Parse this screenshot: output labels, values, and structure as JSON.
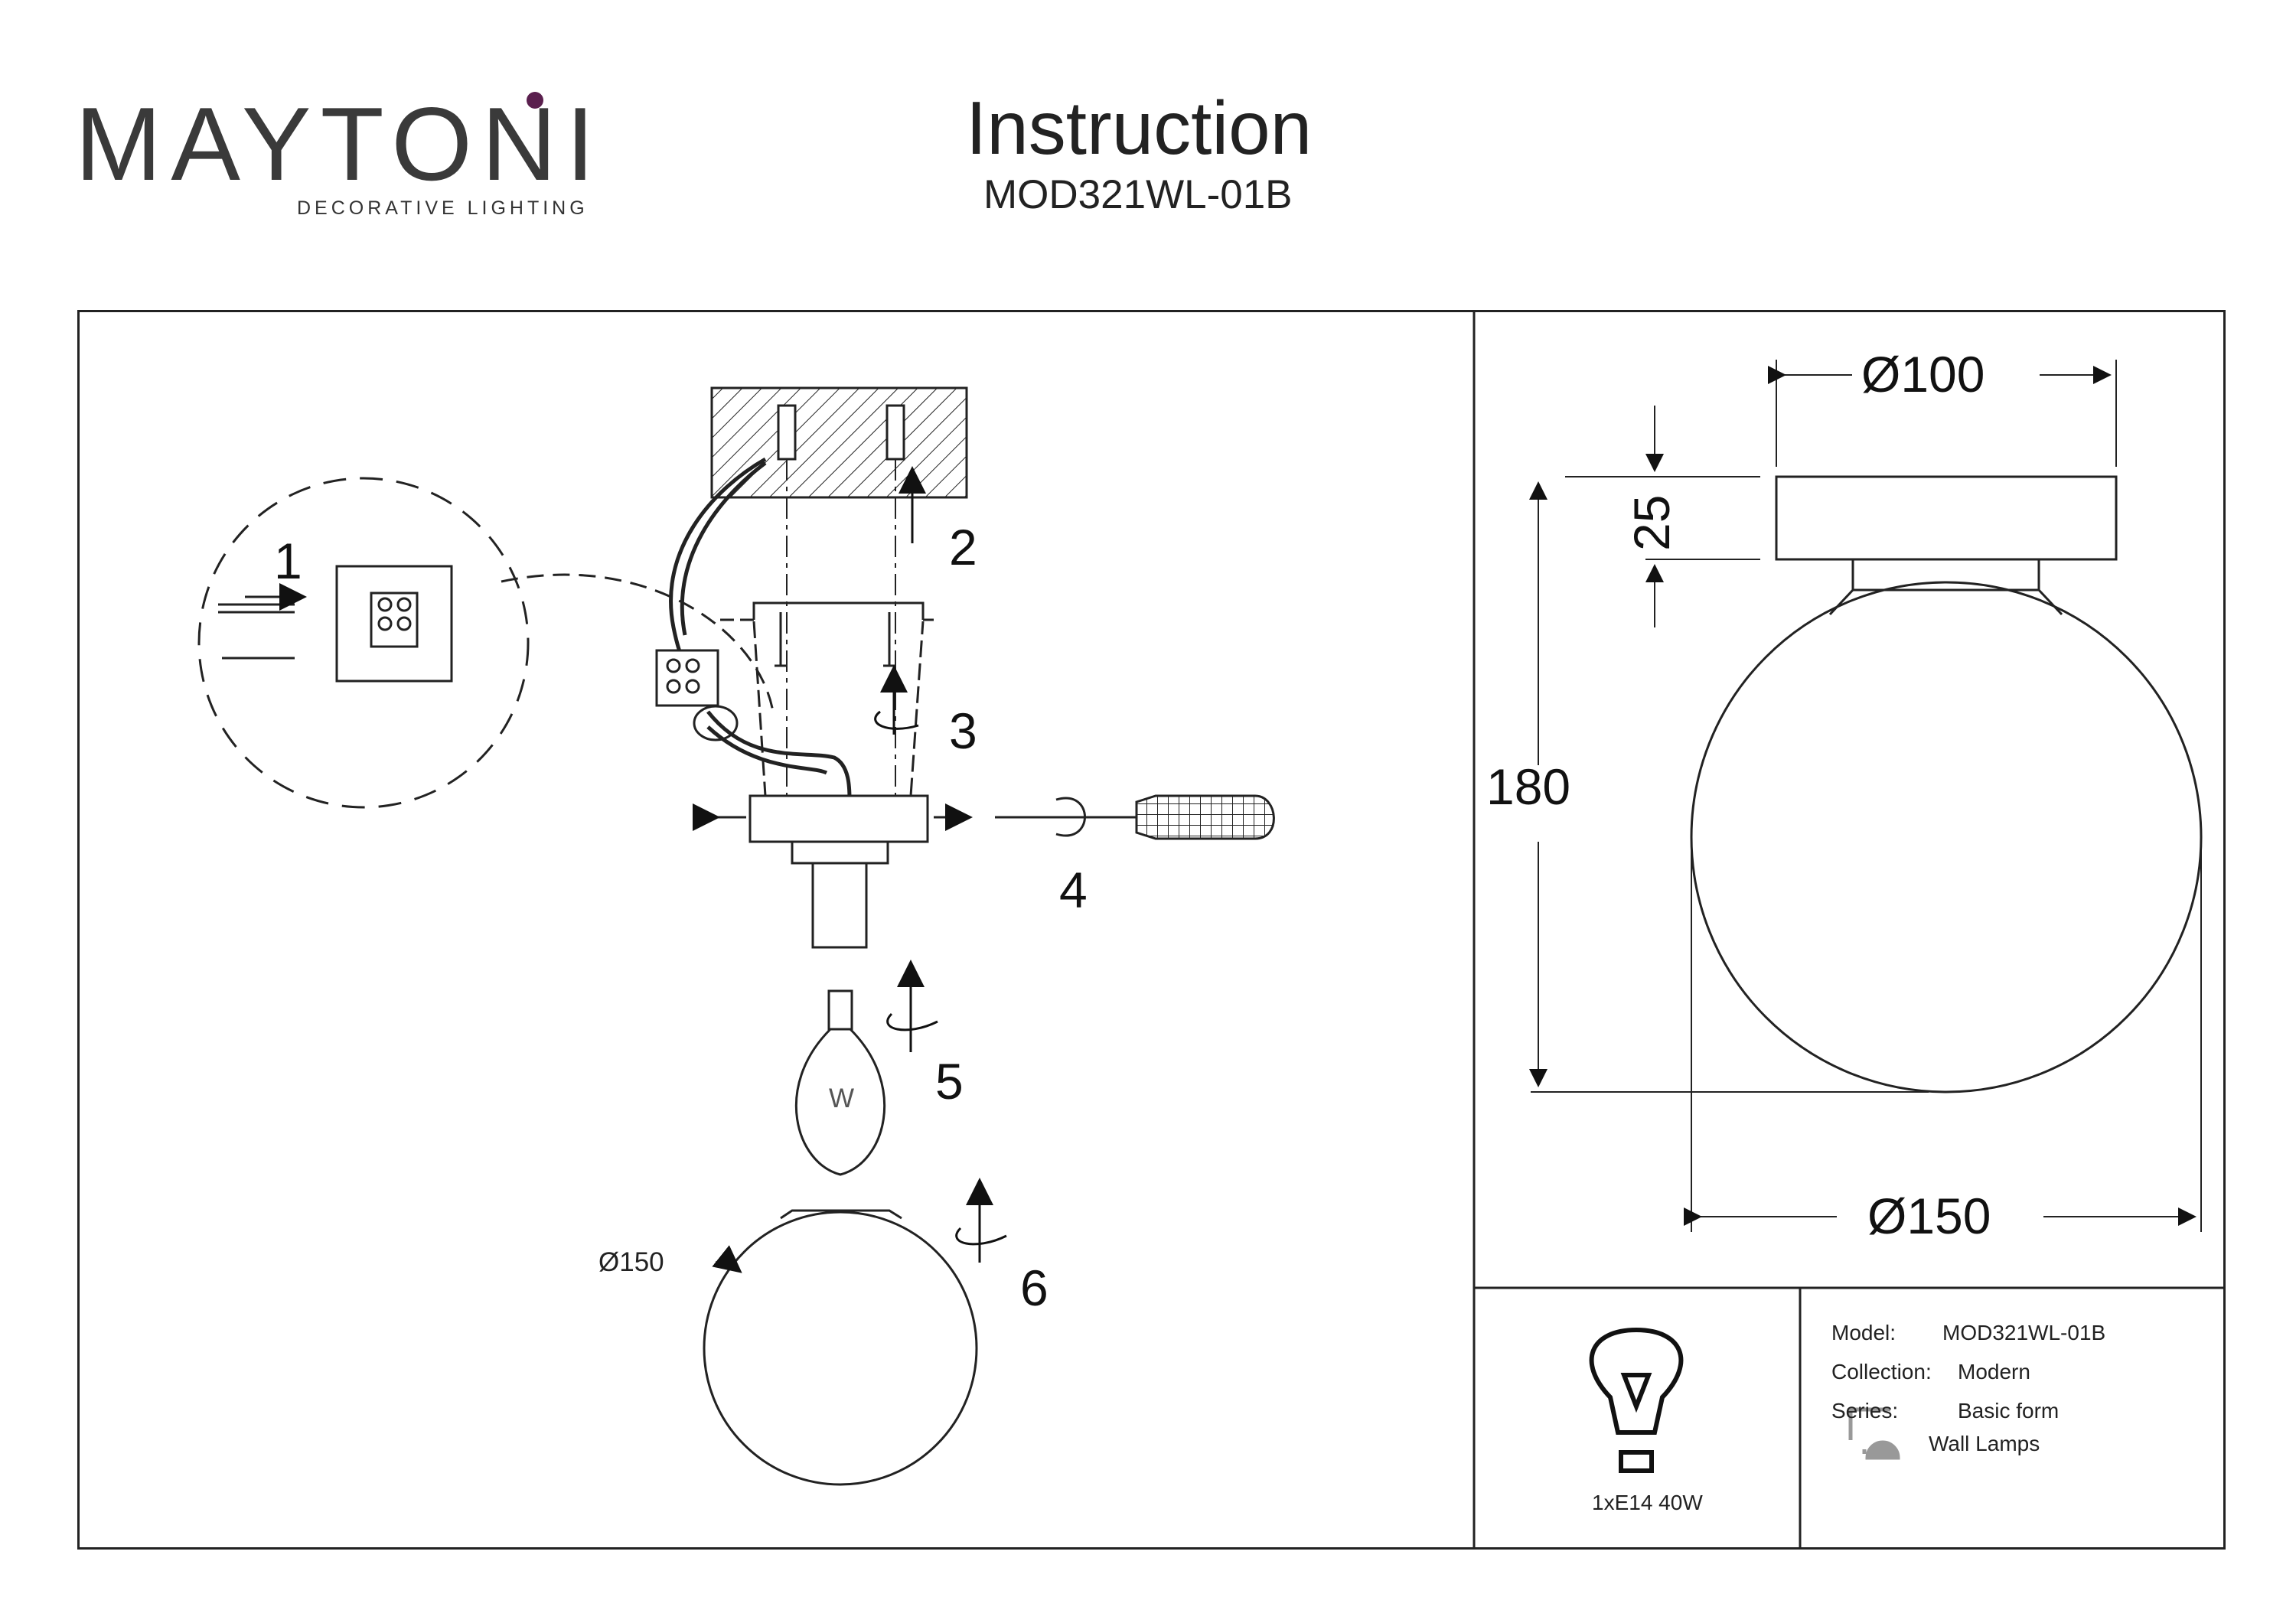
{
  "header": {
    "brand": "MAYTONI",
    "brand_sub": "DECORATIVE LIGHTING",
    "title": "Instruction",
    "model_code": "MOD321WL-01B"
  },
  "steps": [
    "1",
    "2",
    "3",
    "4",
    "5",
    "6"
  ],
  "assembly": {
    "shade_diameter": "Ø150",
    "bulb_mark": "W"
  },
  "dimensions": {
    "top_diameter": "Ø100",
    "base_height": "25",
    "total_height": "180",
    "shade_diameter": "Ø150"
  },
  "lamp_spec": "1xE14 40W",
  "specs": {
    "model_label": "Model:",
    "model_value": "MOD321WL-01B",
    "collection_label": "Collection:",
    "collection_value": "Modern",
    "series_label": "Series:",
    "series_value": "Basic form",
    "type_value": "Wall Lamps"
  }
}
